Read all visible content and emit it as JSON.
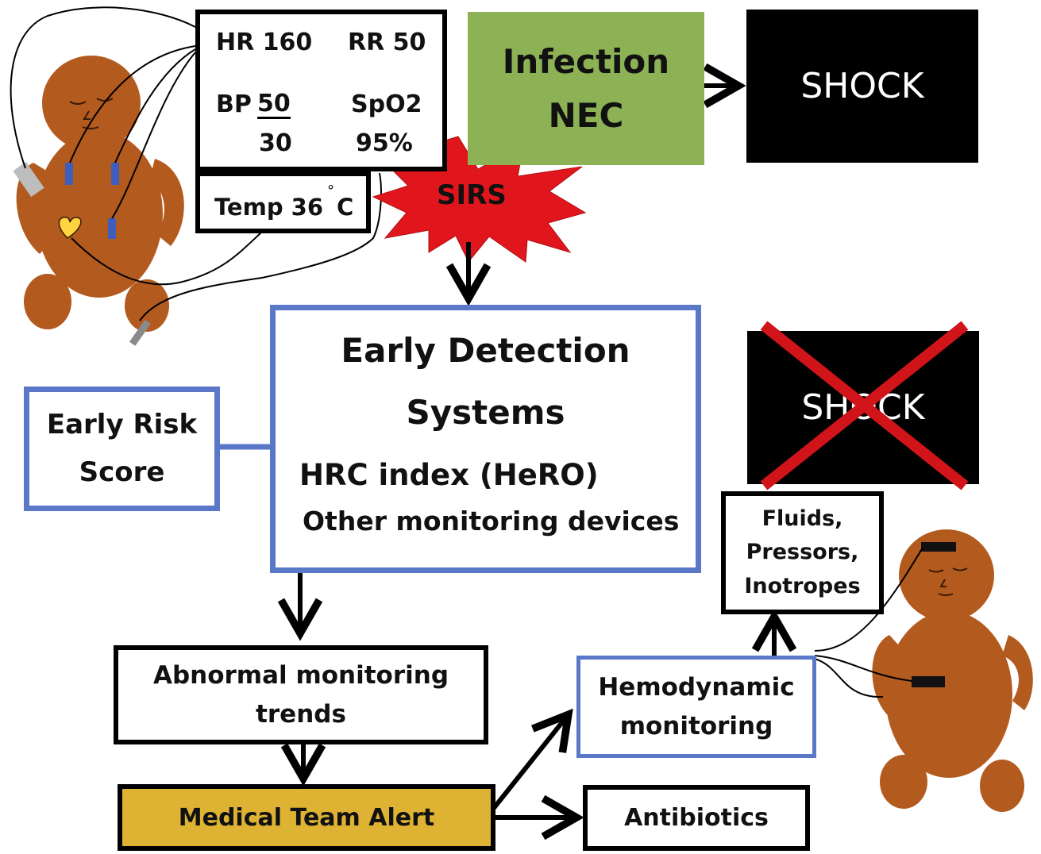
{
  "colors": {
    "infection_box": "#8db255",
    "shock_box": "#000000",
    "sirs_star": "#e0161c",
    "blue_border": "#5b77c7",
    "alert_box": "#deb233",
    "cross": "#d0141a",
    "baby_skin": "#b35a1f",
    "heart": "#ffd23f",
    "electrode": "#3f5dbb"
  },
  "monitor": {
    "hr": "HR 160",
    "rr": "RR 50",
    "bp_label": "BP",
    "bp_systolic": "50",
    "bp_diastolic": "30",
    "spo2_label": "SpO2",
    "spo2_value": "95%",
    "temp_prefix": "Temp 36",
    "temp_degree": "°",
    "temp_unit": "C"
  },
  "infection": {
    "line1": "Infection",
    "line2": "NEC"
  },
  "shock_top": "SHOCK",
  "sirs": "SIRS",
  "early_detection": {
    "line1": "Early Detection",
    "line2": "Systems",
    "line3": "HRC index (HeRO)",
    "line4": "Other monitoring devices"
  },
  "early_risk": {
    "line1": "Early Risk",
    "line2": "Score"
  },
  "shock_crossed": "SHOCK",
  "treatments": {
    "line1": "Fluids,",
    "line2": "Pressors,",
    "line3": "Inotropes"
  },
  "abnormal": {
    "line1": "Abnormal monitoring",
    "line2": "trends"
  },
  "alert": "Medical Team Alert",
  "hemodynamic": {
    "line1": "Hemodynamic",
    "line2": "monitoring"
  },
  "antibiotics": "Antibiotics"
}
